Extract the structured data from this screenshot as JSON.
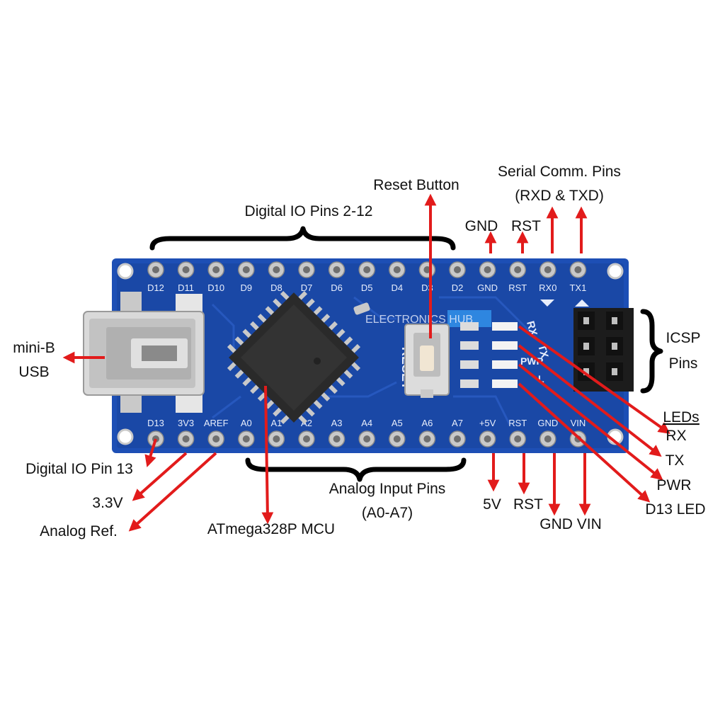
{
  "board": {
    "top_pins": [
      "D12",
      "D11",
      "D10",
      "D9",
      "D8",
      "D7",
      "D6",
      "D5",
      "D4",
      "D3",
      "D2",
      "GND",
      "RST",
      "RX0",
      "TX1"
    ],
    "bottom_pins": [
      "D13",
      "3V3",
      "AREF",
      "A0",
      "A1",
      "A2",
      "A3",
      "A4",
      "A5",
      "A6",
      "A7",
      "+5V",
      "RST",
      "GND",
      "VIN"
    ],
    "silkscreen": {
      "reset": "RESET",
      "watermark": "ELECTRONICS HUB",
      "led_rx": "RX",
      "led_tx": "TX",
      "led_pwr": "PWR",
      "led_l": "L"
    },
    "colors": {
      "pcb": "#1d4fb5",
      "pcb_dark": "#173f96",
      "arrow": "#e21b1b",
      "pad": "#c9c9c9",
      "chip": "#2a2a2a",
      "watermark_bg": "#2e86e0"
    }
  },
  "labels": {
    "digital_io": "Digital IO Pins 2-12",
    "reset_button": "Reset Button",
    "serial_line1": "Serial Comm. Pins",
    "serial_line2": "(RXD & TXD)",
    "gnd_top": "GND",
    "rst_top": "RST",
    "mini_b_line1": "mini-B",
    "mini_b_line2": "USB",
    "icsp_line1": "ICSP",
    "icsp_line2": "Pins",
    "leds_header": "LEDs",
    "led_rx": "RX",
    "led_tx": "TX",
    "led_pwr": "PWR",
    "led_d13": "D13 LED",
    "digital_io13": "Digital IO Pin 13",
    "v33": "3.3V",
    "analog_ref": "Analog Ref.",
    "mcu": "ATmega328P MCU",
    "analog_line1": "Analog Input Pins",
    "analog_line2": "(A0-A7)",
    "v5": "5V",
    "rst_bottom": "RST",
    "gnd_vin": "GND VIN"
  }
}
